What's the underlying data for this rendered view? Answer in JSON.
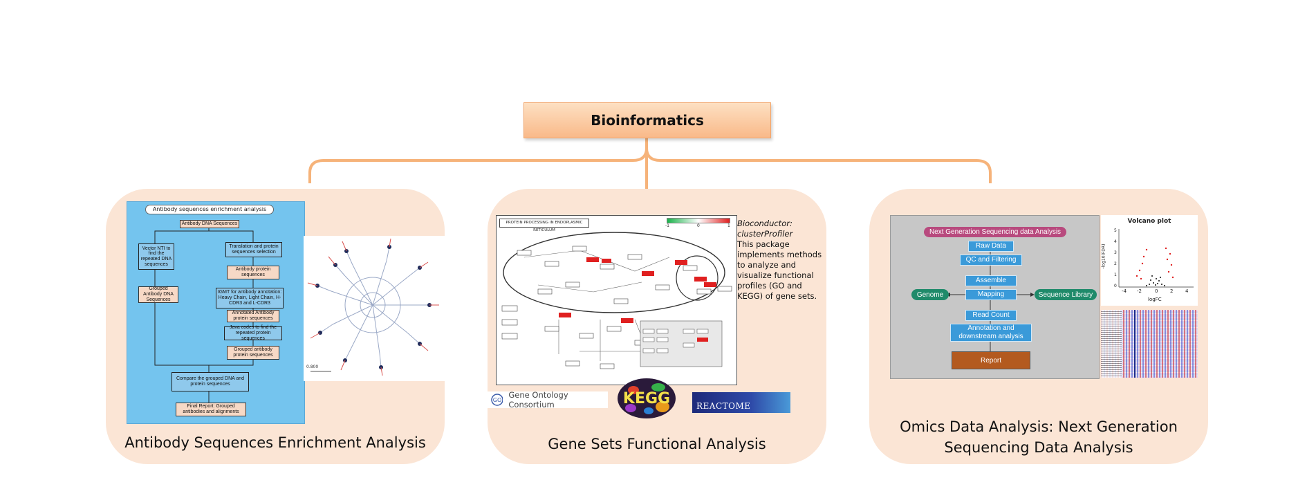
{
  "header": {
    "title": "Bioinformatics"
  },
  "panels": [
    {
      "title": "Antibody Sequences Enrichment Analysis",
      "flowchart": {
        "heading": "Antibody sequences enrichment analysis",
        "step_dna": "Antibody DNA Sequences",
        "step_vector": "Vector NTI to find the repeated DNA sequences",
        "step_translation": "Translation and protein sequences selection",
        "step_grouped_dna": "Grouped Antibody DNA Sequences",
        "step_protein": "Antibody protein sequences",
        "step_igmt": "IGMT for antibody annotation: Heavy Chain, Light Chain, H-CDR3 and L-CDR3",
        "step_annotated": "Annotated Antibody protein sequences",
        "step_java": "Java codes to find the repeated protein sequences",
        "step_grouped_protein": "Grouped antibody protein sequences",
        "step_compare": "Compare the grouped DNA and protein sequences",
        "step_report": "Final Report: Grouped antibodies and alignments"
      },
      "tree_scale": "0.800"
    },
    {
      "title": "Gene Sets Functional Analysis",
      "pathway": {
        "heading": "PROTEIN PROCESSING IN ENDOPLASMIC RETICULUM",
        "legend_min": "-1",
        "legend_mid": "0",
        "legend_max": "1"
      },
      "description_italic_1": "Bioconductor:",
      "description_italic_2": "clusterProfiler",
      "description": "This package implements methods to analyze and visualize functional profiles (GO and KEGG) of gene sets.",
      "logos": {
        "go": "Gene Ontology Consortium",
        "kegg": "KEGG",
        "reactome": "REACTOME"
      }
    },
    {
      "title_line1": "Omics Data Analysis: Next Generation",
      "title_line2": "Sequencing Data Analysis",
      "ngs": {
        "banner": "Next Generation Sequencing data Analysis",
        "raw": "Raw Data",
        "qc": "QC and Filtering",
        "assemble": "Assemble",
        "mapping": "Mapping",
        "genome": "Genome",
        "library": "Sequence Library",
        "read_count": "Read Count",
        "annotation": "Annotation and downstream analysis",
        "report": "Report"
      },
      "volcano": {
        "title": "Volcano plot",
        "xlabel": "logFC",
        "ylabel": "-log10(FDR)",
        "xticks": [
          "-4",
          "-2",
          "0",
          "2",
          "4"
        ],
        "yticks": [
          "0",
          "1",
          "2",
          "3",
          "4",
          "5"
        ]
      }
    }
  ],
  "colors": {
    "panel_bg": "#fbe5d5",
    "connector": "#f6b37a",
    "title_box": "#f9b989",
    "flowchart_bg": "#74c4ee",
    "ngs_blue": "#3a9ad9",
    "ngs_green": "#1f8a6a",
    "ngs_banner": "#b84a7e",
    "report_box": "#b35a1f"
  }
}
